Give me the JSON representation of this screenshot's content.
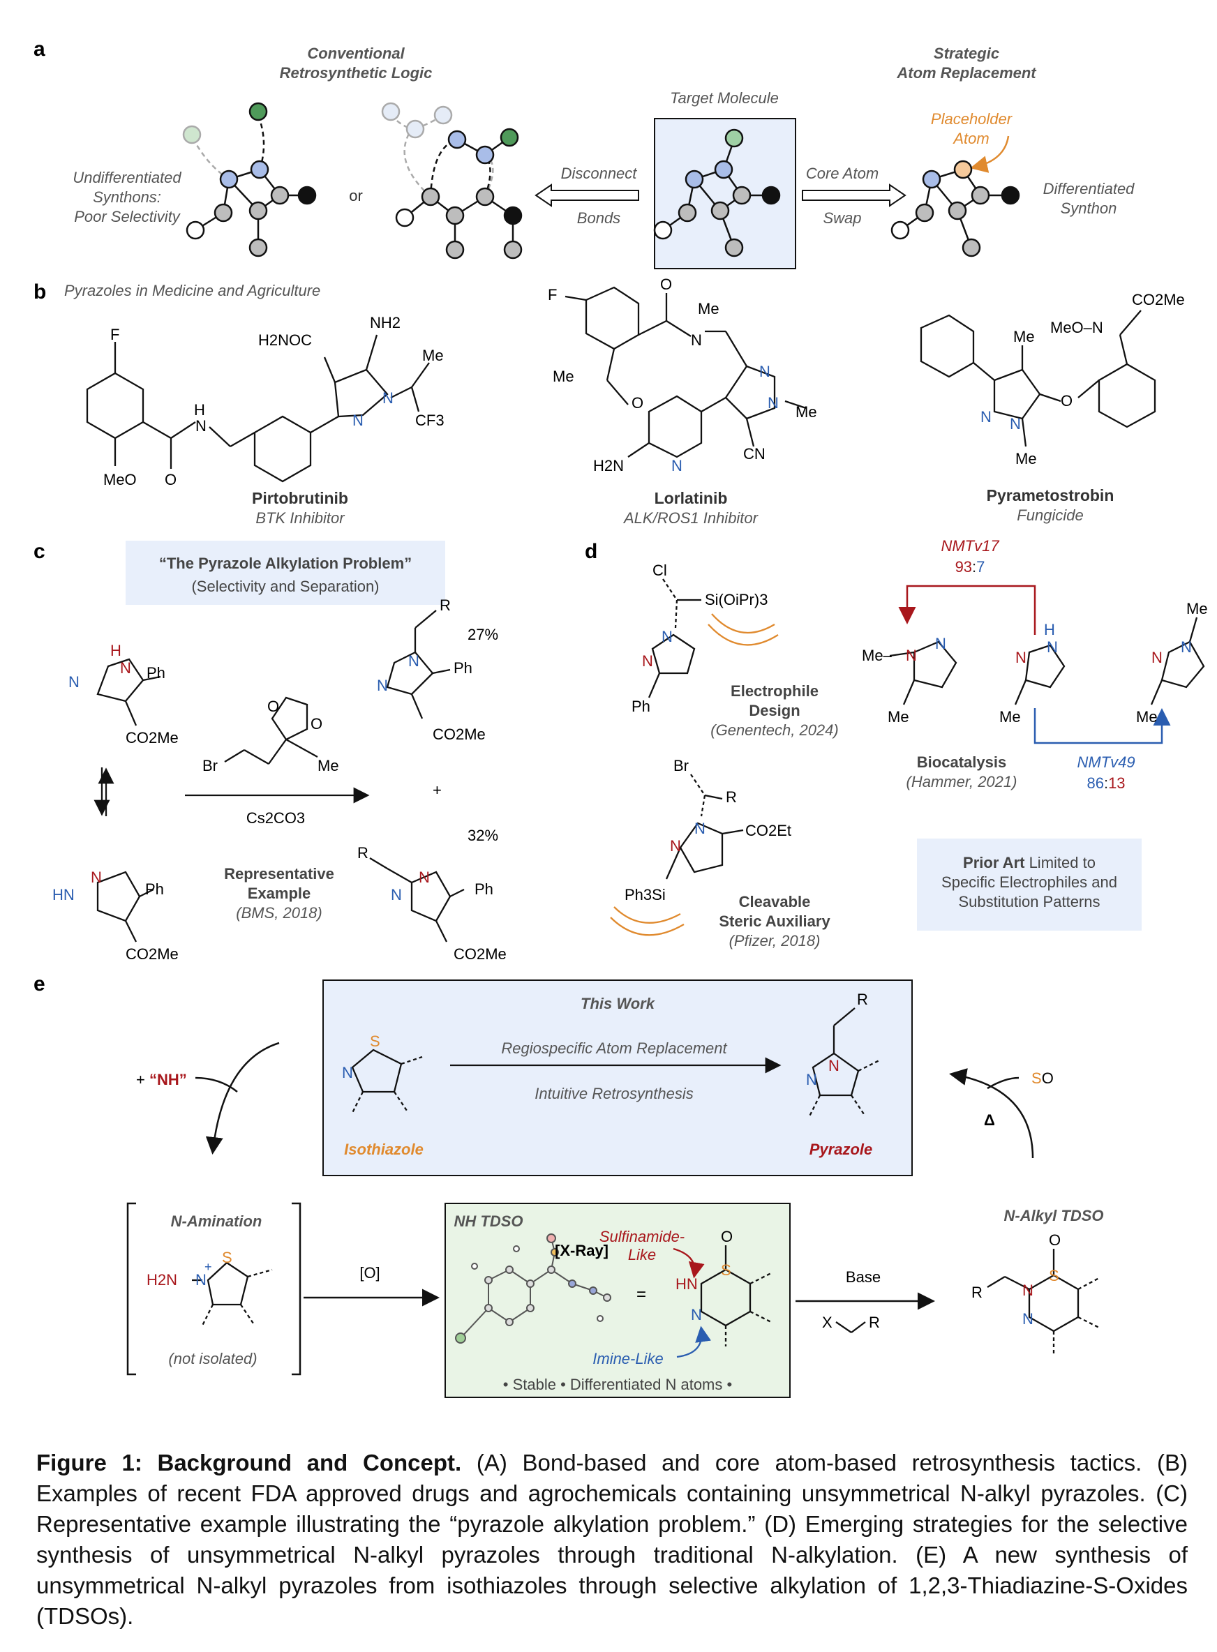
{
  "panels": {
    "a": {
      "letter": "a",
      "left_title_1": "Conventional",
      "left_title_2": "Retrosynthetic Logic",
      "undiff_1": "Undifferentiated",
      "undiff_2": "Synthons:",
      "undiff_3": "Poor Selectivity",
      "or": "or",
      "target": "Target Molecule",
      "disconnect": "Disconnect",
      "bonds": "Bonds",
      "core_atom": "Core Atom",
      "swap": "Swap",
      "right_title_1": "Strategic",
      "right_title_2": "Atom Replacement",
      "placeholder_1": "Placeholder",
      "placeholder_2": "Atom",
      "diff_1": "Differentiated",
      "diff_2": "Synthon"
    },
    "b": {
      "letter": "b",
      "heading": "Pyrazoles in Medicine and Agriculture",
      "drugs": [
        {
          "name": "Pirtobrutinib",
          "use": "BTK Inhibitor"
        },
        {
          "name": "Lorlatinib",
          "use": "ALK/ROS1 Inhibitor"
        },
        {
          "name": "Pyrametostrobin",
          "use": "Fungicide"
        }
      ],
      "labels": {
        "F": "F",
        "MeO": "MeO",
        "O": "O",
        "H": "H",
        "N": "N",
        "H2NOC": "H2NOC",
        "NH2": "NH2",
        "Me": "Me",
        "CF3": "CF3",
        "H2N": "H2N",
        "CN": "CN",
        "CO2Me": "CO2Me",
        "MeO_N": "MeO–N"
      }
    },
    "c": {
      "letter": "c",
      "box_title": "“The Pyrazole Alkylation Problem”",
      "box_sub": "(Selectivity and Separation)",
      "pct1": "27%",
      "pct2": "32%",
      "plus": "+",
      "base": "Cs2CO3",
      "rep_1": "Representative",
      "rep_2": "Example",
      "rep_3": "(BMS, 2018)",
      "Br": "Br",
      "Me": "Me",
      "Ph": "Ph",
      "CO2Me": "CO2Me",
      "R": "R",
      "HN": "HN"
    },
    "d": {
      "letter": "d",
      "Cl": "Cl",
      "Si": "Si(OiPr)3",
      "elec_1": "Electrophile",
      "elec_2": "Design",
      "elec_3": "(Genentech, 2024)",
      "enzyme1": "NMTv17",
      "ratio1_a": "93",
      "ratio1_b": "7",
      "enzyme2": "NMTv49",
      "ratio2_a": "86",
      "ratio2_b": "13",
      "bio_1": "Biocatalysis",
      "bio_2": "(Hammer, 2021)",
      "Br": "Br",
      "R": "R",
      "CO2Et": "CO2Et",
      "Ph3Si": "Ph3Si",
      "cleav_1": "Cleavable",
      "cleav_2": "Steric Auxiliary",
      "cleav_3": "(Pfizer, 2018)",
      "prior_bold": "Prior Art",
      "prior_1": " Limited to",
      "prior_2": "Specific Electrophiles and",
      "prior_3": "Substitution Patterns"
    },
    "e": {
      "letter": "e",
      "this_work": "This Work",
      "ras": "Regiospecific Atom Replacement",
      "intuitive": "Intuitive Retrosynthesis",
      "isothiazole": "Isothiazole",
      "pyrazole": "Pyrazole",
      "nh_plus": "+ ",
      "nh": "“NH”",
      "so": "O",
      "delta": "Δ",
      "amination": "N-Amination",
      "not_isolated": "(not isolated)",
      "ox": "[O]",
      "nh_tdso": "NH TDSO",
      "xray": "[X-Ray]",
      "eq": "=",
      "sulf_1": "Sulfinamide-",
      "sulf_2": "Like",
      "imine": "Imine-Like",
      "stable": "• Stable • Differentiated N atoms •",
      "base": "Base",
      "alkyl_tdso": "N-Alkyl TDSO",
      "H2N": "H2N",
      "S": "S",
      "O": "O",
      "R": "R",
      "X": "X"
    }
  },
  "caption": {
    "lead": "Figure 1: Background and Concept.",
    "text": " (A) Bond-based and core atom-based retrosynthesis tactics. (B) Examples of recent FDA approved drugs and agrochemicals containing unsymmetrical N-alkyl pyrazoles. (C) Representative example illustrating the “pyrazole alkylation problem.” (D) Emerging strategies for the selective synthesis of unsymmetrical N-alkyl pyrazoles through traditional N-alkylation. (E) A new synthesis of unsymmetrical N-alkyl pyrazoles from isothiazoles through selective alkylation of 1,2,3-Thiadiazine-S-Oxides (TDSOs)."
  },
  "colors": {
    "N_blue": "#2a5db0",
    "red": "#a8171c",
    "orange": "#e08a2e",
    "box_blue": "#e8effb",
    "box_green": "#e9f4e6",
    "node_blue": "#a9bde8",
    "node_green": "#4f9a5a",
    "node_gray": "#bdbdbd"
  }
}
